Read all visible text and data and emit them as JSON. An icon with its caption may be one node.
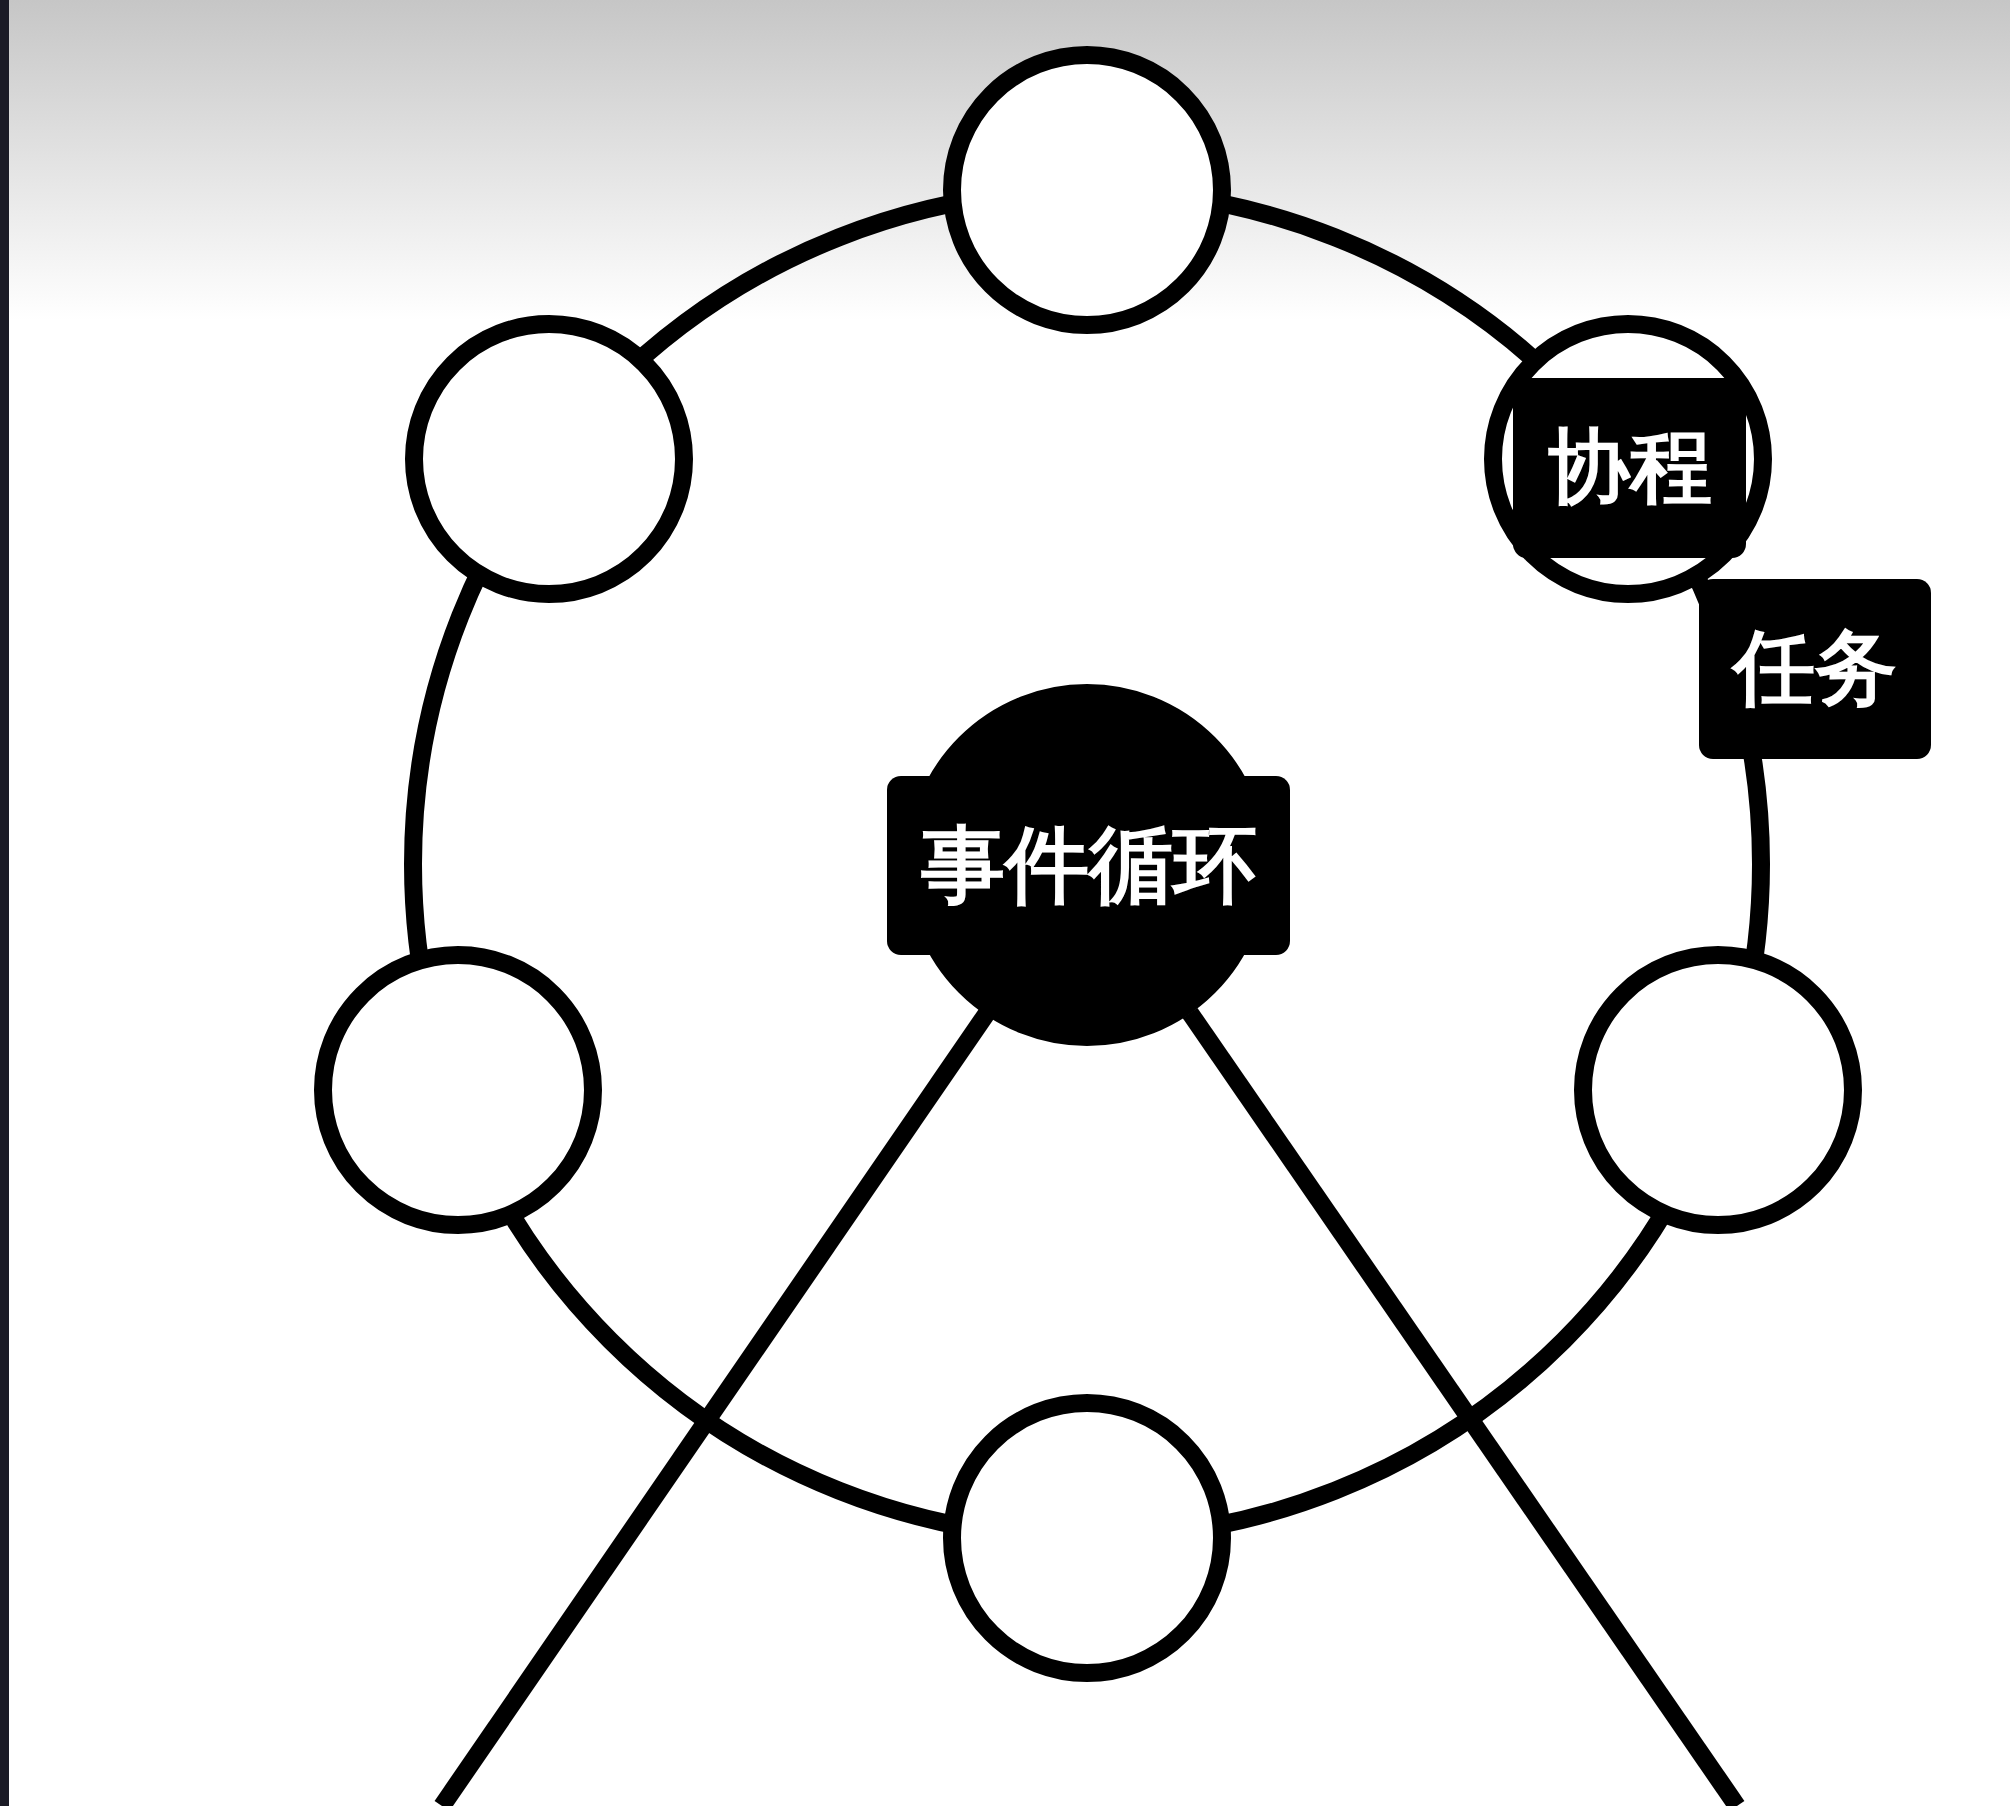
{
  "diagram": {
    "labels": [
      "协程",
      "任务",
      "事件循环"
    ]
  }
}
